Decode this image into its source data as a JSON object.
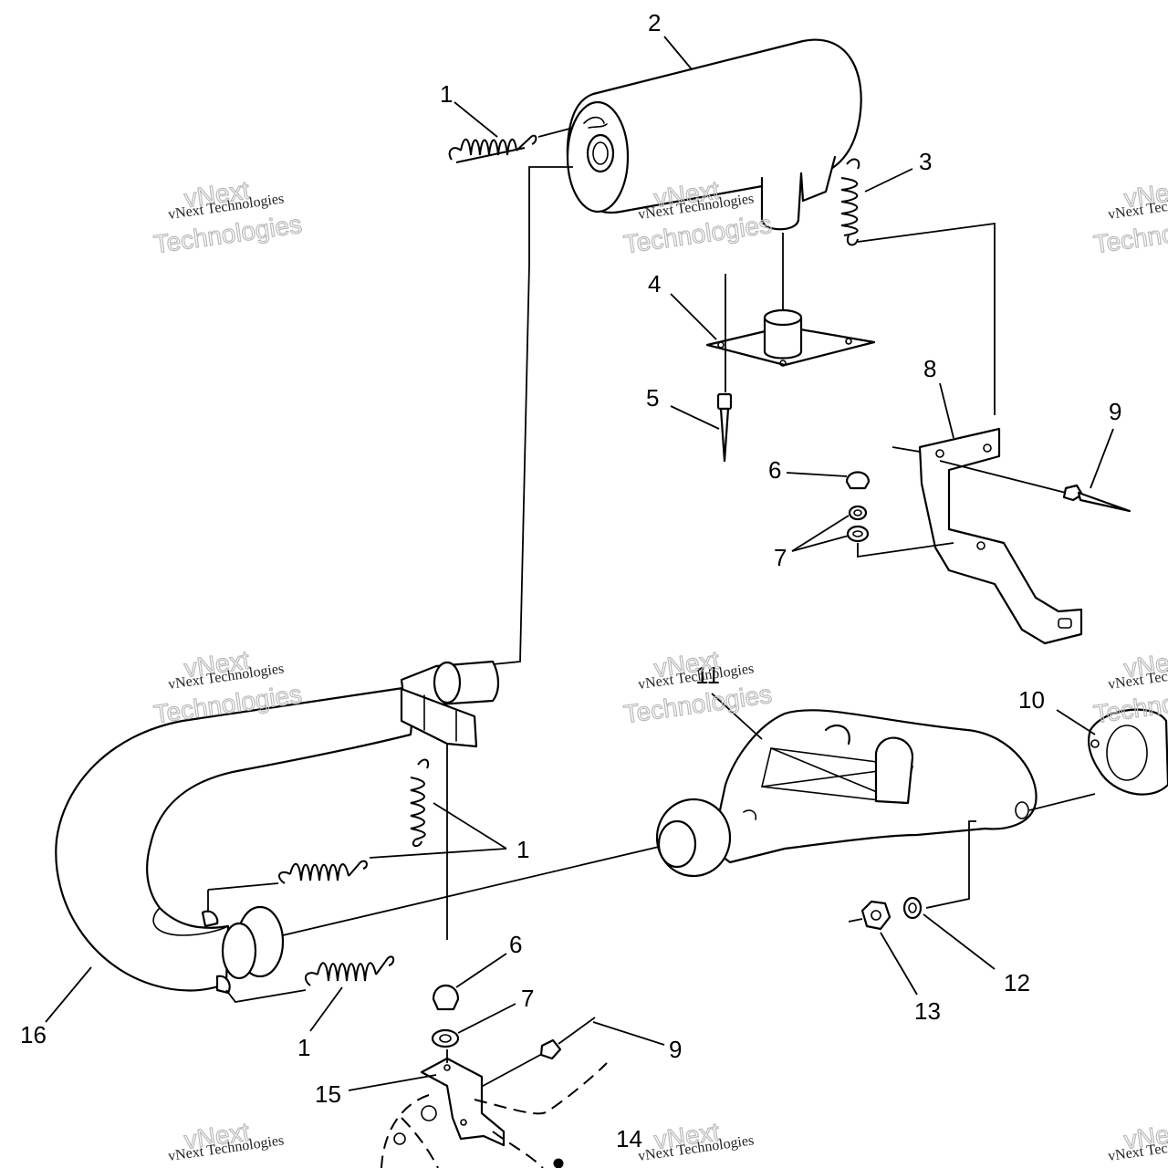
{
  "callouts": {
    "c1_top": "1",
    "c2": "2",
    "c3": "3",
    "c4": "4",
    "c5": "5",
    "c6_top": "6",
    "c7_top": "7",
    "c8": "8",
    "c9_top": "9",
    "c10": "10",
    "c11": "11",
    "c1_mid": "1",
    "c6_bot": "6",
    "c7_bot": "7",
    "c9_bot": "9",
    "c12": "12",
    "c13": "13",
    "c14": "14",
    "c15": "15",
    "c16": "16",
    "c1_bot": "1"
  },
  "watermark": {
    "line1": "vNext Technologies",
    "line2": "Technologies",
    "line3": "vNext"
  }
}
